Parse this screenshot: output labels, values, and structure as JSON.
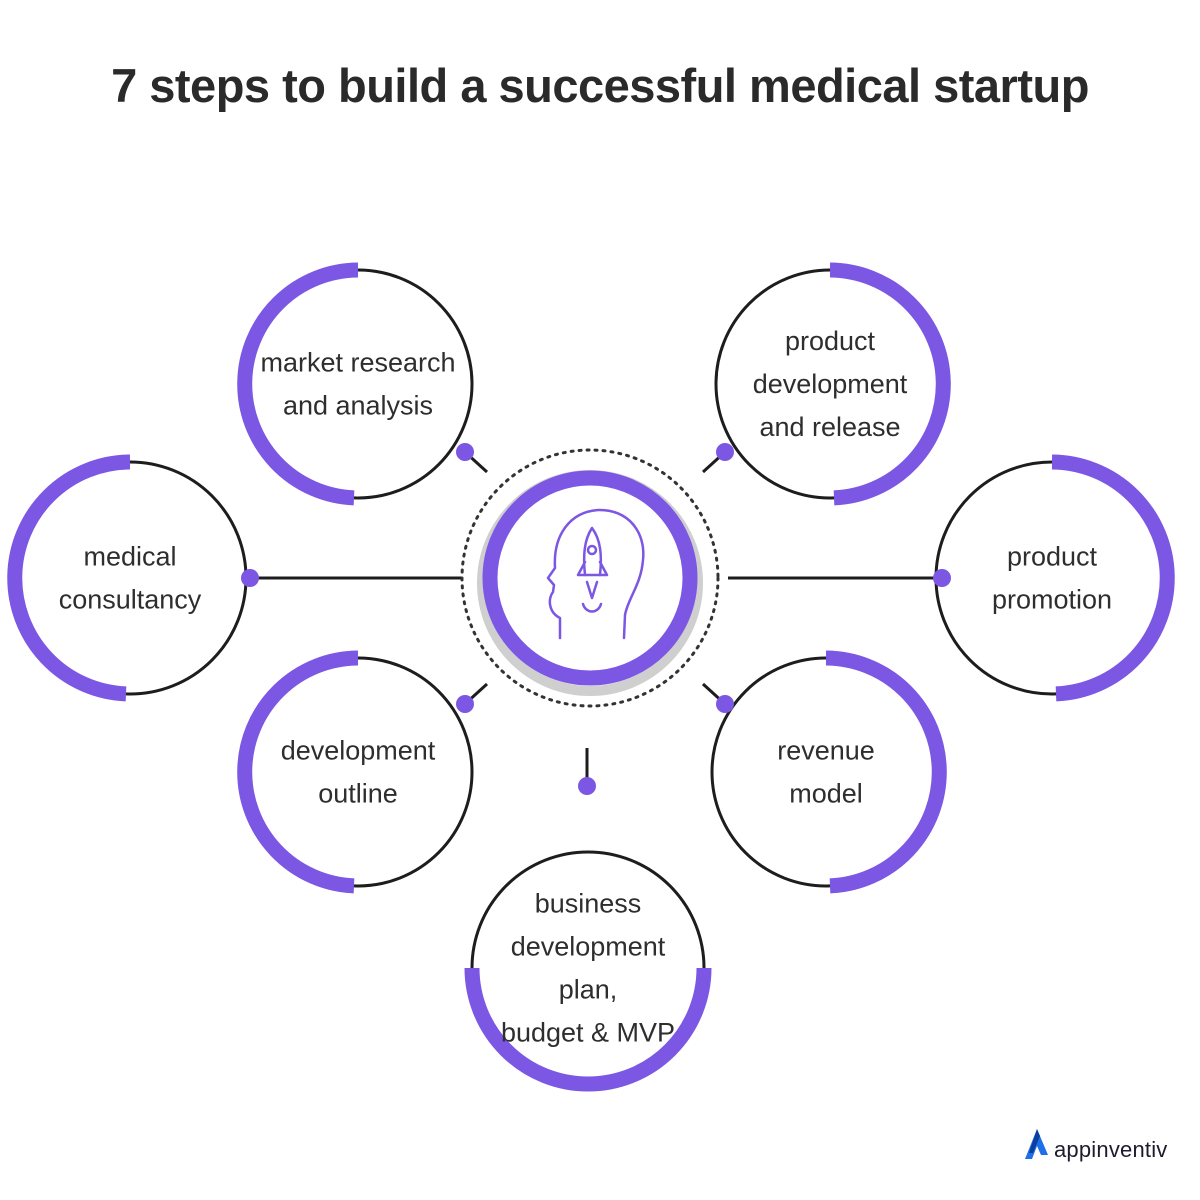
{
  "title": "7 steps to build a successful medical startup",
  "colors": {
    "accent": "#7b57e4",
    "ring_dark": "#1d1d1d",
    "text": "#2e2e2e"
  },
  "center_icon": "rocket-in-head-icon",
  "steps": [
    {
      "lines": [
        "medical",
        "consultancy"
      ]
    },
    {
      "lines": [
        "market research",
        "and analysis"
      ]
    },
    {
      "lines": [
        "development",
        "outline"
      ]
    },
    {
      "lines": [
        "business",
        "development",
        "plan,",
        "budget & MVP"
      ]
    },
    {
      "lines": [
        "revenue",
        "model"
      ]
    },
    {
      "lines": [
        "product",
        "development",
        "and release"
      ]
    },
    {
      "lines": [
        "product",
        "promotion"
      ]
    }
  ],
  "brand": {
    "name": "appinventiv",
    "logo_icon": "appinventiv-logo-icon"
  }
}
